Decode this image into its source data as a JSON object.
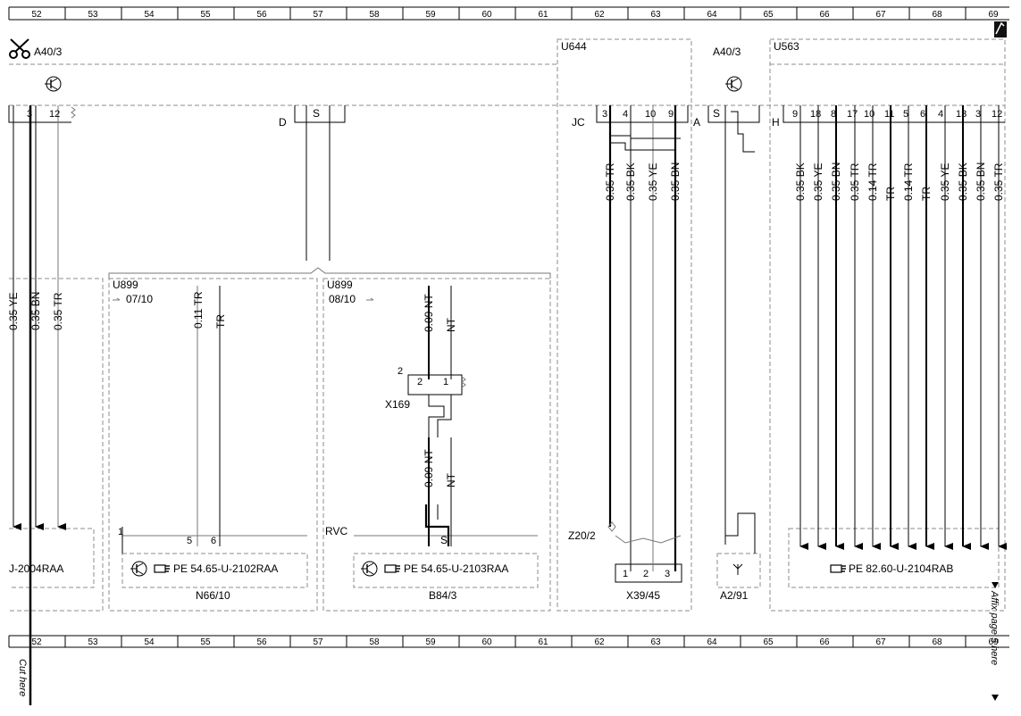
{
  "columns": [
    "52",
    "53",
    "54",
    "55",
    "56",
    "57",
    "58",
    "59",
    "60",
    "61",
    "62",
    "63",
    "64",
    "65",
    "66",
    "67",
    "68",
    "69"
  ],
  "components": {
    "a40_3_left": "A40/3",
    "a40_3_right": "A40/3",
    "u644": "U644",
    "u563": "U563",
    "u899_a": "U899",
    "u899_a_page": "07/10",
    "u899_b": "U899",
    "u899_b_page": "08/10",
    "x169": "X169",
    "n66_10": "N66/10",
    "b84_3": "B84/3",
    "x39_45": "X39/45",
    "a2_91": "A2/91",
    "z20_2": "Z20/2",
    "rvc": "RVC",
    "jc": "JC",
    "d": "D",
    "s_top": "S",
    "a": "A",
    "s_right": "S",
    "h": "H",
    "s_b84": "S"
  },
  "pins": {
    "a40_left": [
      "3",
      "12"
    ],
    "u644": [
      "3",
      "4",
      "10",
      "9"
    ],
    "u563": [
      "9",
      "18",
      "8",
      "17",
      "10",
      "11",
      "5",
      "6",
      "4",
      "13",
      "3",
      "12"
    ],
    "x169_top": "2",
    "x169_a": "2",
    "x169_b": "1",
    "n66_1": "1",
    "n66_5": "5",
    "n66_6": "6",
    "x39": [
      "1",
      "2",
      "3"
    ]
  },
  "wires": {
    "top_u644": [
      "0.35 TR",
      "0.35 BK",
      "0.35 YE",
      "0.35 BN"
    ],
    "top_u563": [
      "0.35 BK",
      "0.35 YE",
      "0.35 BN",
      "0.35 TR",
      "0.14 TR",
      "TR",
      "0.14 TR",
      "TR",
      "0.35 YE",
      "0.35 BK",
      "0.35 BN",
      "0.35 TR"
    ],
    "left": [
      "0.35 YE",
      "0.35 BN",
      "0.35 TR"
    ],
    "u899a": [
      "0.11 TR",
      "TR"
    ],
    "u899b_top": [
      "0.09 NT",
      "NT"
    ],
    "u899b_bot": [
      "0.09 NT",
      "NT"
    ]
  },
  "references": {
    "left_partial": "J-2004RAA",
    "n66": "PE 54.65-U-2102RAA",
    "b84": "PE 54.65-U-2103RAA",
    "u563": "PE 82.60-U-2104RAB"
  },
  "notes": {
    "affix": "Affix page 5 here",
    "cut": "Cut here"
  },
  "icons": [
    "scissors-icon",
    "transistor-icon",
    "pointing-hand-icon",
    "antenna-icon",
    "page-corner-icon",
    "arrow-icon"
  ]
}
